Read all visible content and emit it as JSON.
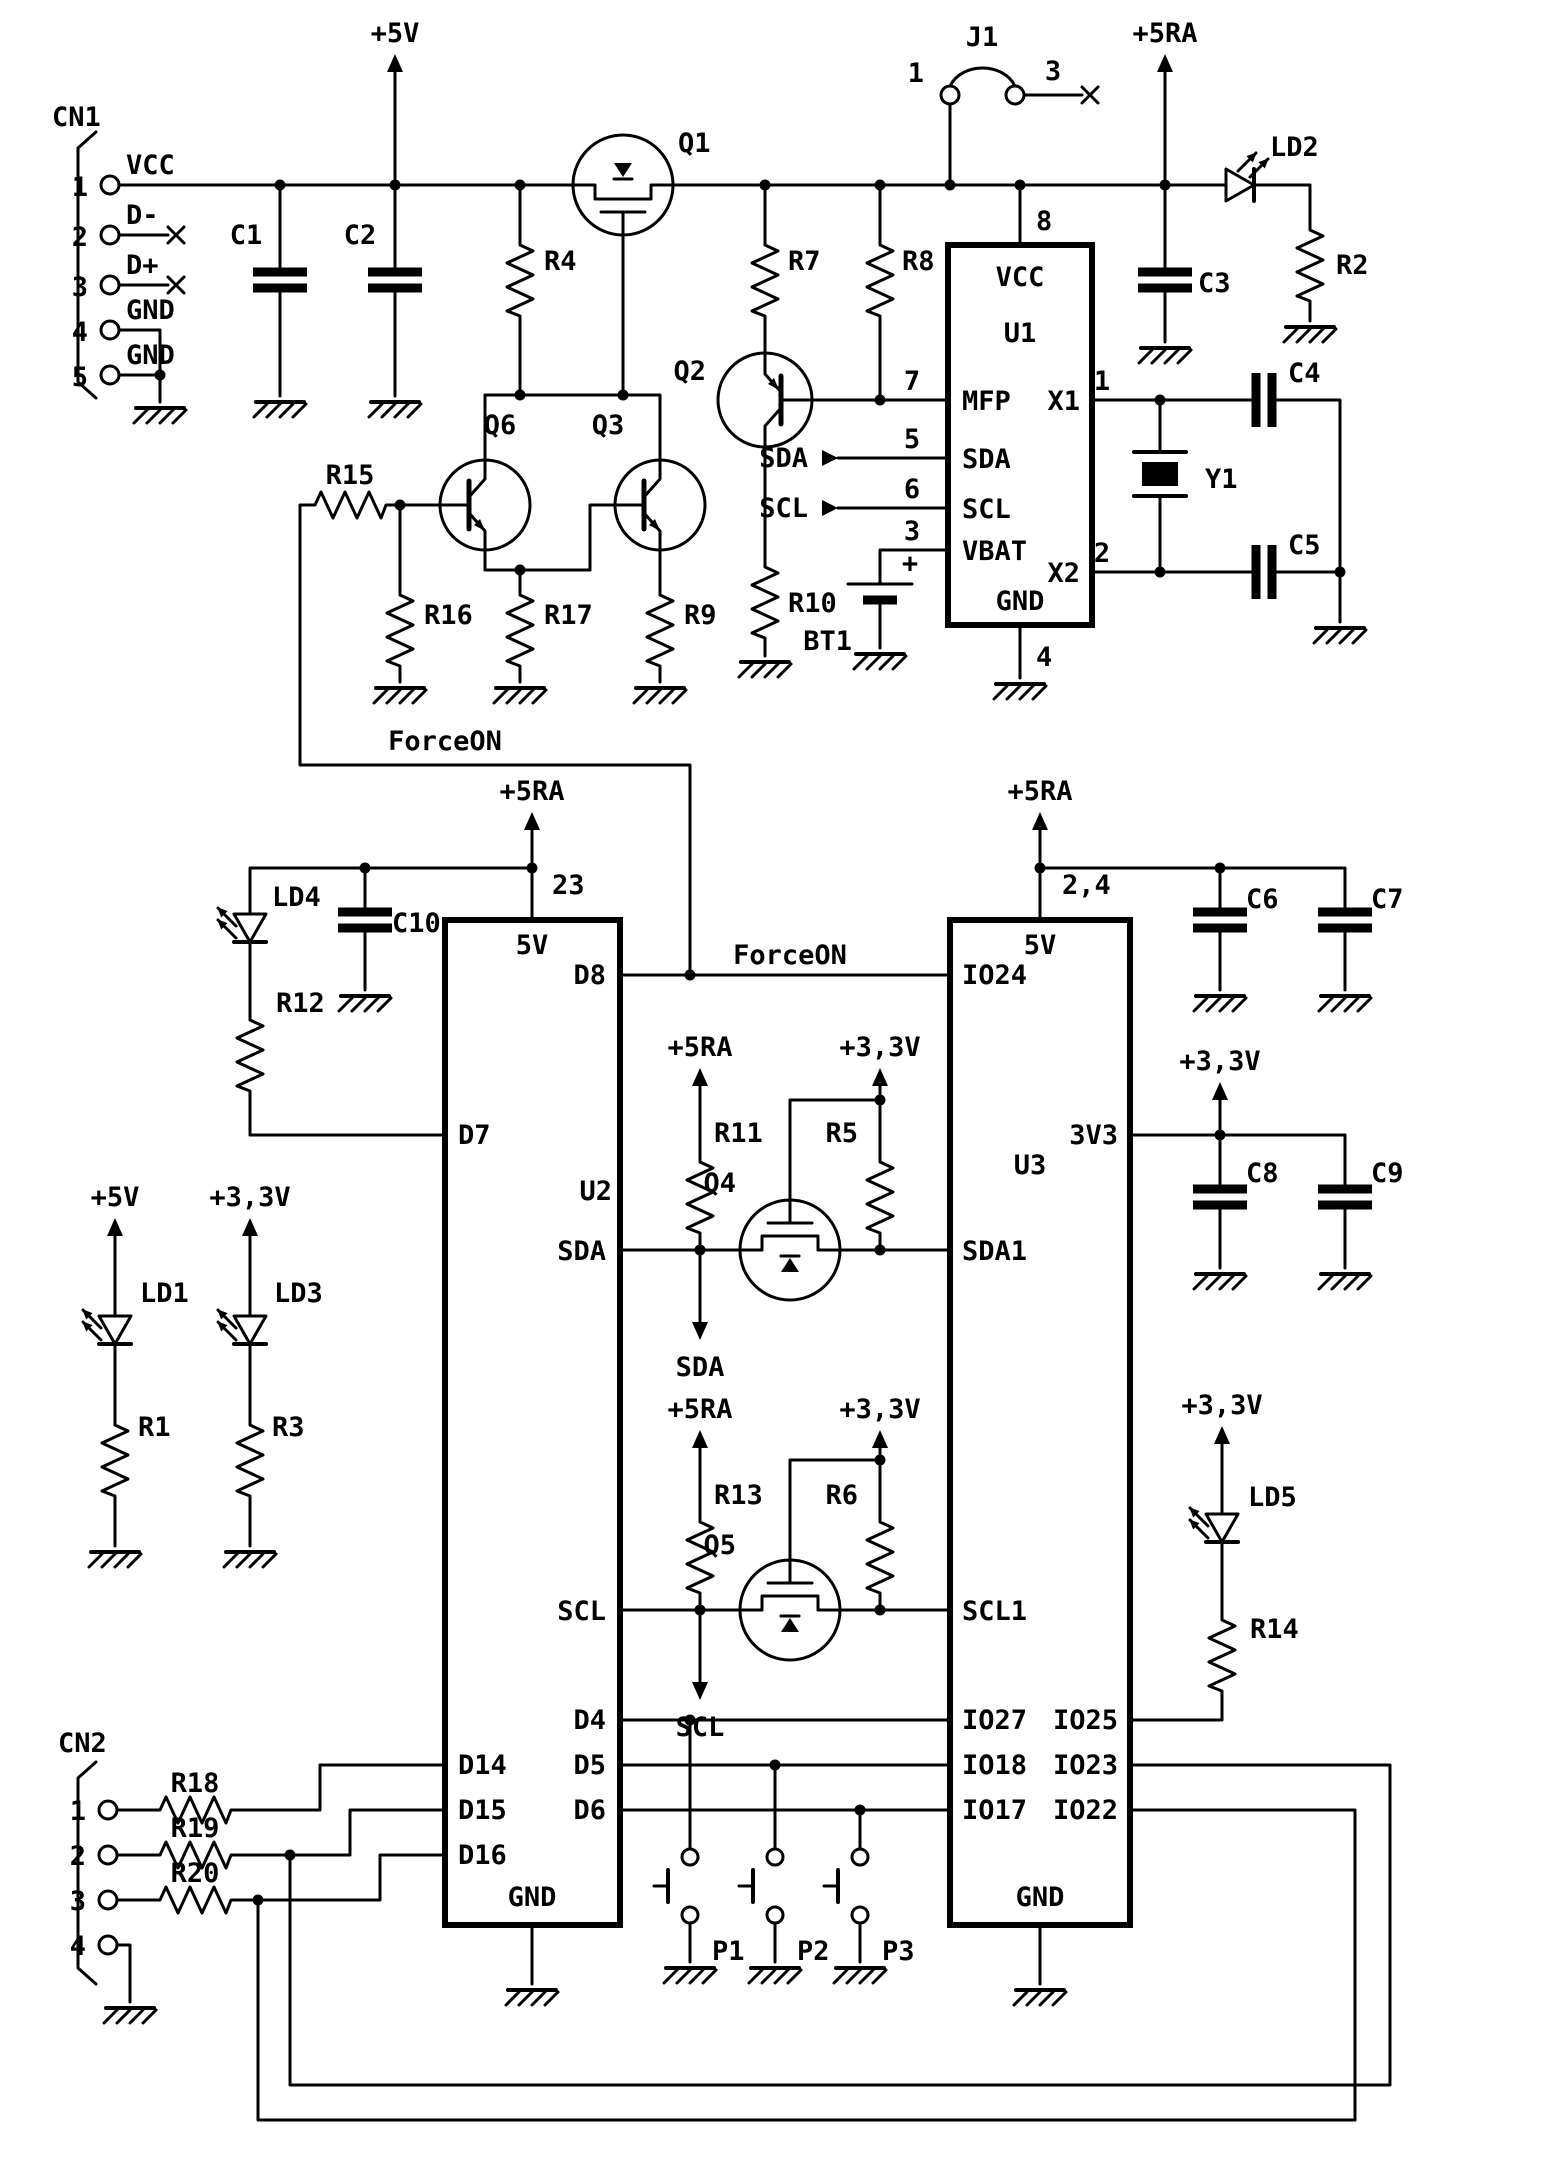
{
  "colors": {
    "ink": "#000000",
    "background": "#ffffff"
  },
  "power": {
    "p5v": "+5V",
    "p5ra": "+5RA",
    "p33v": "+3,3V"
  },
  "nums": {
    "n1": "1",
    "n2": "2",
    "n3": "3",
    "n4": "4",
    "n5": "5",
    "n6": "6",
    "n7": "7",
    "n8": "8",
    "n23": "23",
    "n24": "2,4"
  },
  "connectors": {
    "cn1": {
      "name": "CN1",
      "pin_labels": {
        "vcc": "VCC",
        "dminus": "D-",
        "dplus": "D+",
        "gnd": "GND"
      }
    },
    "cn2": {
      "name": "CN2"
    }
  },
  "jumper": {
    "name": "J1"
  },
  "resistors": {
    "r1": "R1",
    "r2": "R2",
    "r3": "R3",
    "r4": "R4",
    "r5": "R5",
    "r6": "R6",
    "r7": "R7",
    "r8": "R8",
    "r9": "R9",
    "r10": "R10",
    "r11": "R11",
    "r12": "R12",
    "r13": "R13",
    "r14": "R14",
    "r15": "R15",
    "r16": "R16",
    "r17": "R17",
    "r18": "R18",
    "r19": "R19",
    "r20": "R20"
  },
  "capacitors": {
    "c1": "C1",
    "c2": "C2",
    "c3": "C3",
    "c4": "C4",
    "c5": "C5",
    "c6": "C6",
    "c7": "C7",
    "c8": "C8",
    "c9": "C9",
    "c10": "C10"
  },
  "transistors": {
    "q1": "Q1",
    "q2": "Q2",
    "q3": "Q3",
    "q4": "Q4",
    "q5": "Q5",
    "q6": "Q6"
  },
  "leds": {
    "ld1": "LD1",
    "ld2": "LD2",
    "ld3": "LD3",
    "ld4": "LD4",
    "ld5": "LD5"
  },
  "misc": {
    "y1": "Y1",
    "bt1": "BT1",
    "plus": "+",
    "forceon": "ForceON"
  },
  "signals": {
    "sda": "SDA",
    "scl": "SCL"
  },
  "buttons": {
    "p1": "P1",
    "p2": "P2",
    "p3": "P3"
  },
  "ics": {
    "u1": {
      "name": "U1",
      "pins": {
        "vcc": "VCC",
        "mfp": "MFP",
        "sda": "SDA",
        "scl": "SCL",
        "vbat": "VBAT",
        "gnd": "GND",
        "x1": "X1",
        "x2": "X2"
      }
    },
    "u2": {
      "name": "U2",
      "pins": {
        "v5": "5V",
        "gnd": "GND",
        "d4": "D4",
        "d5": "D5",
        "d6": "D6",
        "d7": "D7",
        "d8": "D8",
        "d14": "D14",
        "d15": "D15",
        "d16": "D16",
        "sda": "SDA",
        "scl": "SCL"
      }
    },
    "u3": {
      "name": "U3",
      "pins": {
        "v5": "5V",
        "gnd": "GND",
        "io24": "IO24",
        "io27": "IO27",
        "io18": "IO18",
        "io17": "IO17",
        "io25": "IO25",
        "io23": "IO23",
        "io22": "IO22",
        "v33": "3V3",
        "sda1": "SDA1",
        "scl1": "SCL1"
      }
    }
  }
}
